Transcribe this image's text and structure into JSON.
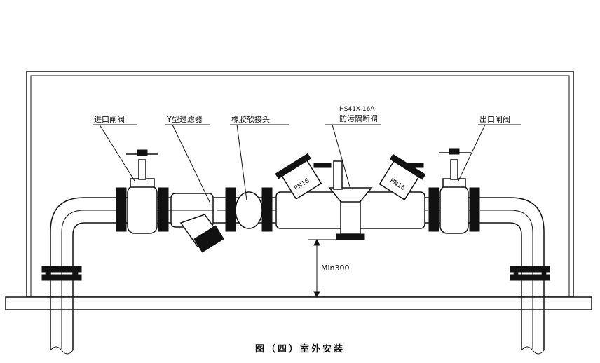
{
  "labels": {
    "inlet_gate_valve": "进口闸阀",
    "y_strainer": "Y型过滤器",
    "rubber_joint": "橡胶软接头",
    "backflow_model": "HS41X-16A",
    "backflow_name": "防污隔断阀",
    "outlet_gate_valve": "出口闸阀",
    "min_clearance": "Min300",
    "pn_left": "PN16",
    "pn_right": "PN16"
  },
  "caption": "图（四）室外安装"
}
